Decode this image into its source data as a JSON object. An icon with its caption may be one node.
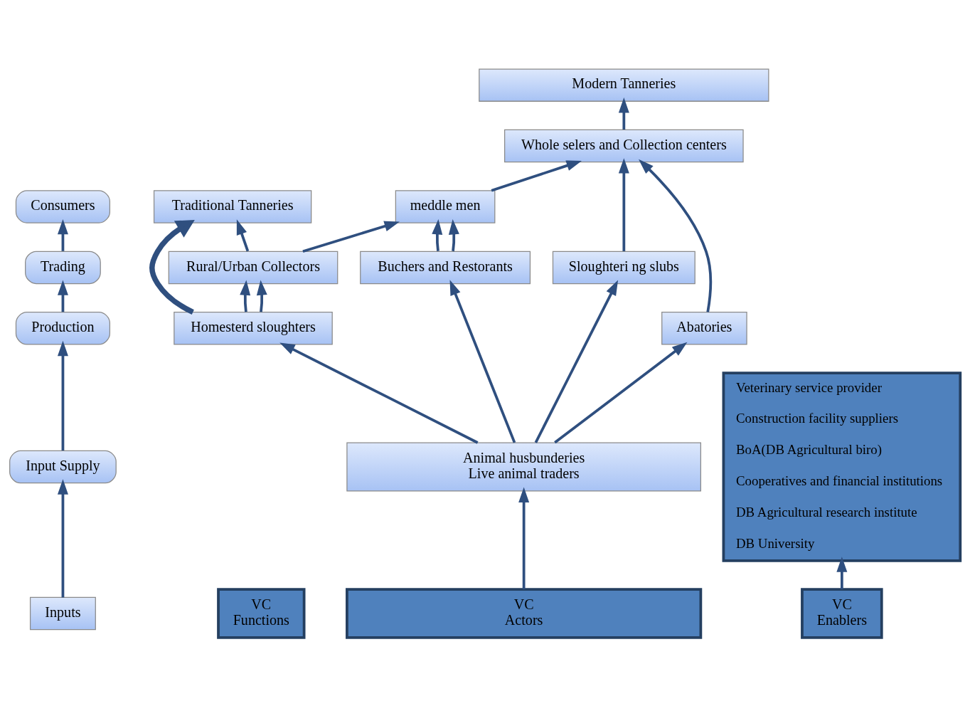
{
  "diagram": {
    "nodes": [
      {
        "text": [
          "Consumers"
        ]
      },
      {
        "text": [
          "Trading"
        ]
      },
      {
        "text": [
          "Production"
        ]
      },
      {
        "text": [
          "Input Supply"
        ]
      },
      {
        "text": [
          "Inputs"
        ]
      },
      {
        "text": [
          "VC",
          "Functions"
        ]
      },
      {
        "text": [
          "Traditional Tanneries"
        ]
      },
      {
        "text": [
          "Modern Tanneries"
        ]
      },
      {
        "text": [
          "Rural/Urban Collectors"
        ]
      },
      {
        "text": [
          "meddle men"
        ]
      },
      {
        "text": [
          "Whole selers and Collection centers"
        ]
      },
      {
        "text": [
          "Homesterd sloughters"
        ]
      },
      {
        "text": [
          "Buchers and Restorants"
        ]
      },
      {
        "text": [
          "Sloughteri ng slubs"
        ]
      },
      {
        "text": [
          "Abatories"
        ]
      },
      {
        "text": [
          "Animal husbunderies",
          "Live animal traders"
        ]
      },
      {
        "text": [
          "VC",
          "Actors"
        ]
      },
      {
        "text": [
          "Veterinary service provider",
          "Construction facility suppliers",
          "BoA(DB Agricultural biro)",
          "Cooperatives and financial institutions",
          "DB Agricultural research institute",
          "DB University"
        ]
      },
      {
        "text": [
          "VC",
          "Enablers"
        ]
      }
    ],
    "edges": [
      {
        "from": 4,
        "to": 3,
        "arrow": "to"
      },
      {
        "from": 3,
        "to": 2,
        "arrow": "to"
      },
      {
        "from": 2,
        "to": 1,
        "arrow": "to"
      },
      {
        "from": 1,
        "to": 0,
        "arrow": "to"
      },
      {
        "from": 16,
        "to": 15,
        "arrow": "to"
      },
      {
        "from": 15,
        "to": 11,
        "arrow": "to"
      },
      {
        "from": 15,
        "to": 12,
        "arrow": "to"
      },
      {
        "from": 15,
        "to": 13,
        "arrow": "to"
      },
      {
        "from": 15,
        "to": 14,
        "arrow": "to"
      },
      {
        "from": 11,
        "to": 8,
        "arrow": "to"
      },
      {
        "from": 11,
        "to": 6,
        "arrow": "to",
        "style": "thick"
      },
      {
        "from": 11,
        "to": 8,
        "arrow": "to"
      },
      {
        "from": 8,
        "to": 6,
        "arrow": "to"
      },
      {
        "from": 8,
        "to": 9,
        "arrow": "to"
      },
      {
        "from": 12,
        "to": 9,
        "arrow": "to"
      },
      {
        "from": 12,
        "to": 9,
        "arrow": "to"
      },
      {
        "from": 13,
        "to": 10,
        "arrow": "to"
      },
      {
        "from": 9,
        "to": 10,
        "arrow": "to"
      },
      {
        "from": 14,
        "to": 10,
        "arrow": "to"
      },
      {
        "from": 10,
        "to": 7,
        "arrow": "to"
      },
      {
        "from": 18,
        "to": 17,
        "arrow": "to"
      }
    ]
  }
}
